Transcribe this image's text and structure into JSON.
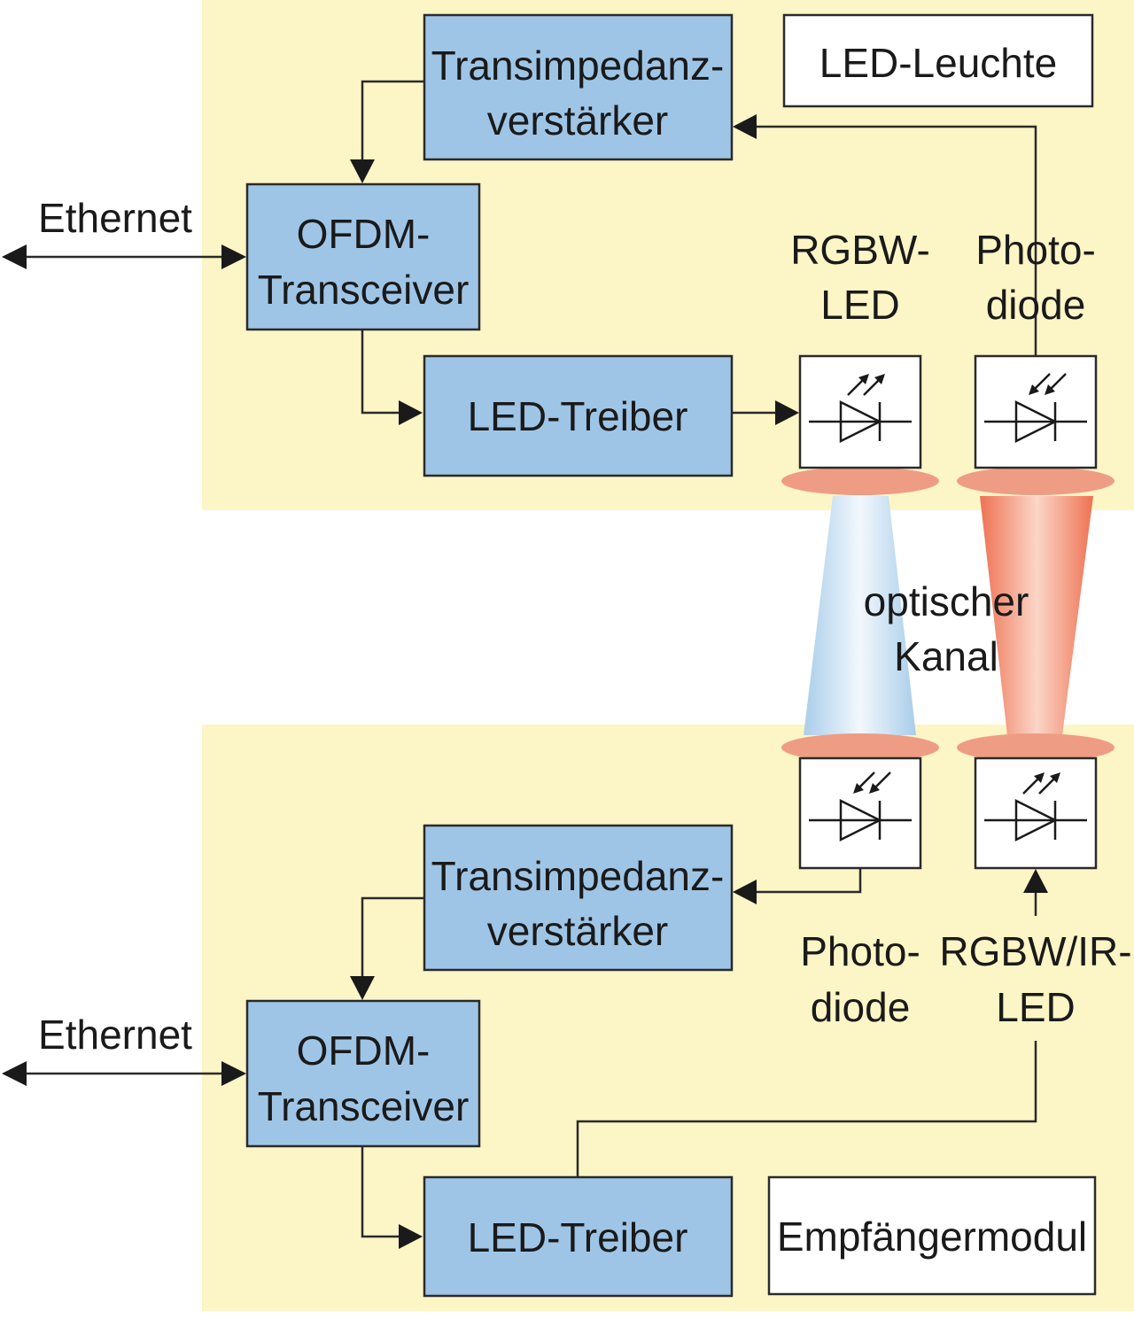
{
  "colors": {
    "panel": "#fcf5c6",
    "block": "#9fc5e6",
    "lens": "#ef9c84",
    "beam_blue": "#a9cdea",
    "beam_red": "#ee7252"
  },
  "top_module": {
    "title": "LED-Leuchte",
    "ethernet_label": "Ethernet",
    "tia_line1": "Transimpedanz-",
    "tia_line2": "verstärker",
    "ofdm_line1": "OFDM-",
    "ofdm_line2": "Transceiver",
    "driver_label": "LED-Treiber",
    "led_line1": "RGBW-",
    "led_line2": "LED",
    "pd_line1": "Photo-",
    "pd_line2": "diode"
  },
  "channel": {
    "line1": "optischer",
    "line2": "Kanal"
  },
  "bottom_module": {
    "title": "Empfängermodul",
    "ethernet_label": "Ethernet",
    "tia_line1": "Transimpedanz-",
    "tia_line2": "verstärker",
    "ofdm_line1": "OFDM-",
    "ofdm_line2": "Transceiver",
    "driver_label": "LED-Treiber",
    "pd_line1": "Photo-",
    "pd_line2": "diode",
    "led_line1": "RGBW/IR-",
    "led_line2": "LED"
  },
  "icons": {
    "led_symbol": "led-icon",
    "photodiode_symbol": "photodiode-icon",
    "arrow": "arrow-icon"
  }
}
